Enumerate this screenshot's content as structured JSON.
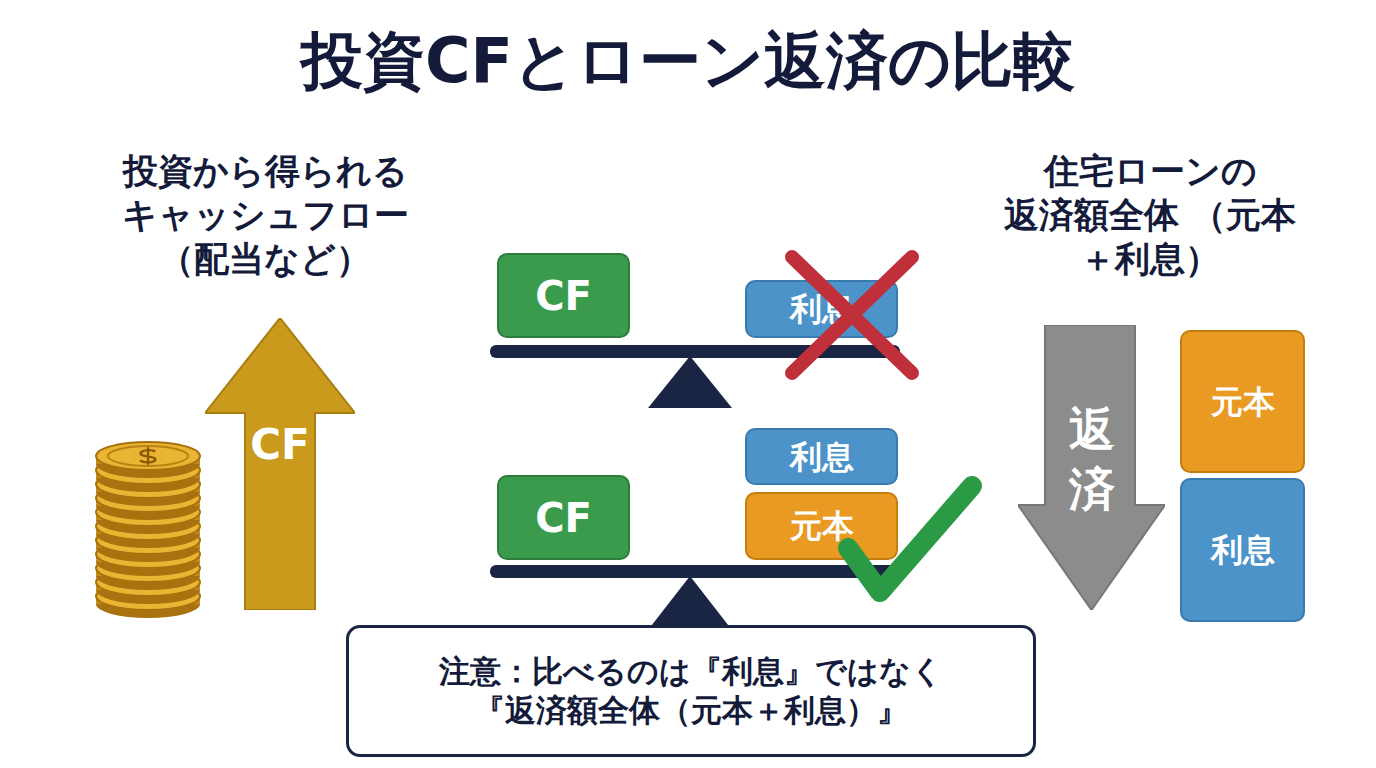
{
  "diagram": {
    "title": "投資CFとローン返済の比較",
    "nodes": [
      {
        "text": [
          "CF"
        ]
      },
      {
        "text": [
          "CF"
        ]
      },
      {
        "text": [
          "利息"
        ]
      },
      {
        "text": [
          "利息"
        ]
      },
      {
        "text": [
          "CF"
        ]
      },
      {
        "text": [
          "元本"
        ]
      },
      {
        "text": [
          "返済"
        ]
      },
      {
        "text": [
          "元本"
        ]
      },
      {
        "text": [
          "利息"
        ]
      },
      {
        "text": [
          "注意：比べるのは『利息』ではなく 『返済額全体（元本＋利息）』"
        ]
      }
    ],
    "labels": [
      "投資から得られる キャッシュフロー （配当など）",
      "住宅ローンの 返済額全体 （元本＋利息）"
    ]
  }
}
